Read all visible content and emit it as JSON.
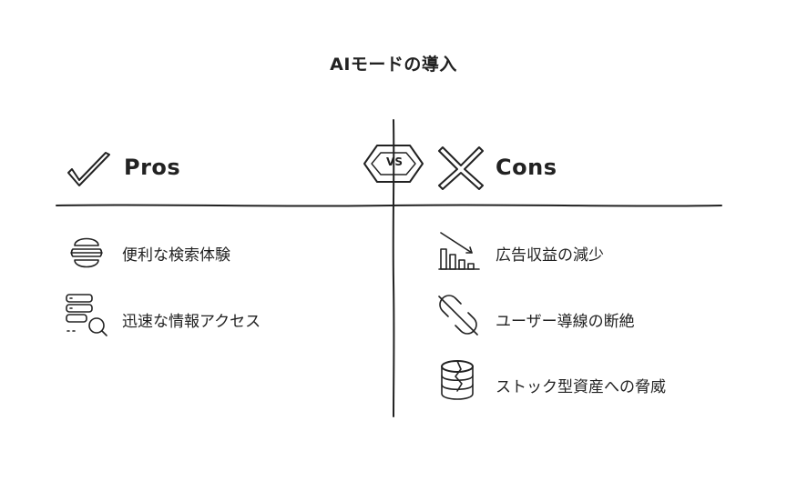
{
  "title": "AIモードの導入",
  "vs_badge": "VS",
  "pros": {
    "heading": "Pros",
    "items": [
      "便利な検索体験",
      "迅速な情報アクセス"
    ]
  },
  "cons": {
    "heading": "Cons",
    "items": [
      "広告収益の減少",
      "ユーザー導線の断絶",
      "ストック型資産への脅威"
    ]
  },
  "icons": {
    "pros_heading": "checkmark-icon",
    "cons_heading": "x-icon",
    "pros_items": [
      "stack-icon",
      "search-list-icon"
    ],
    "cons_items": [
      "declining-bar-chart-icon",
      "broken-link-icon",
      "cracked-database-icon"
    ]
  }
}
